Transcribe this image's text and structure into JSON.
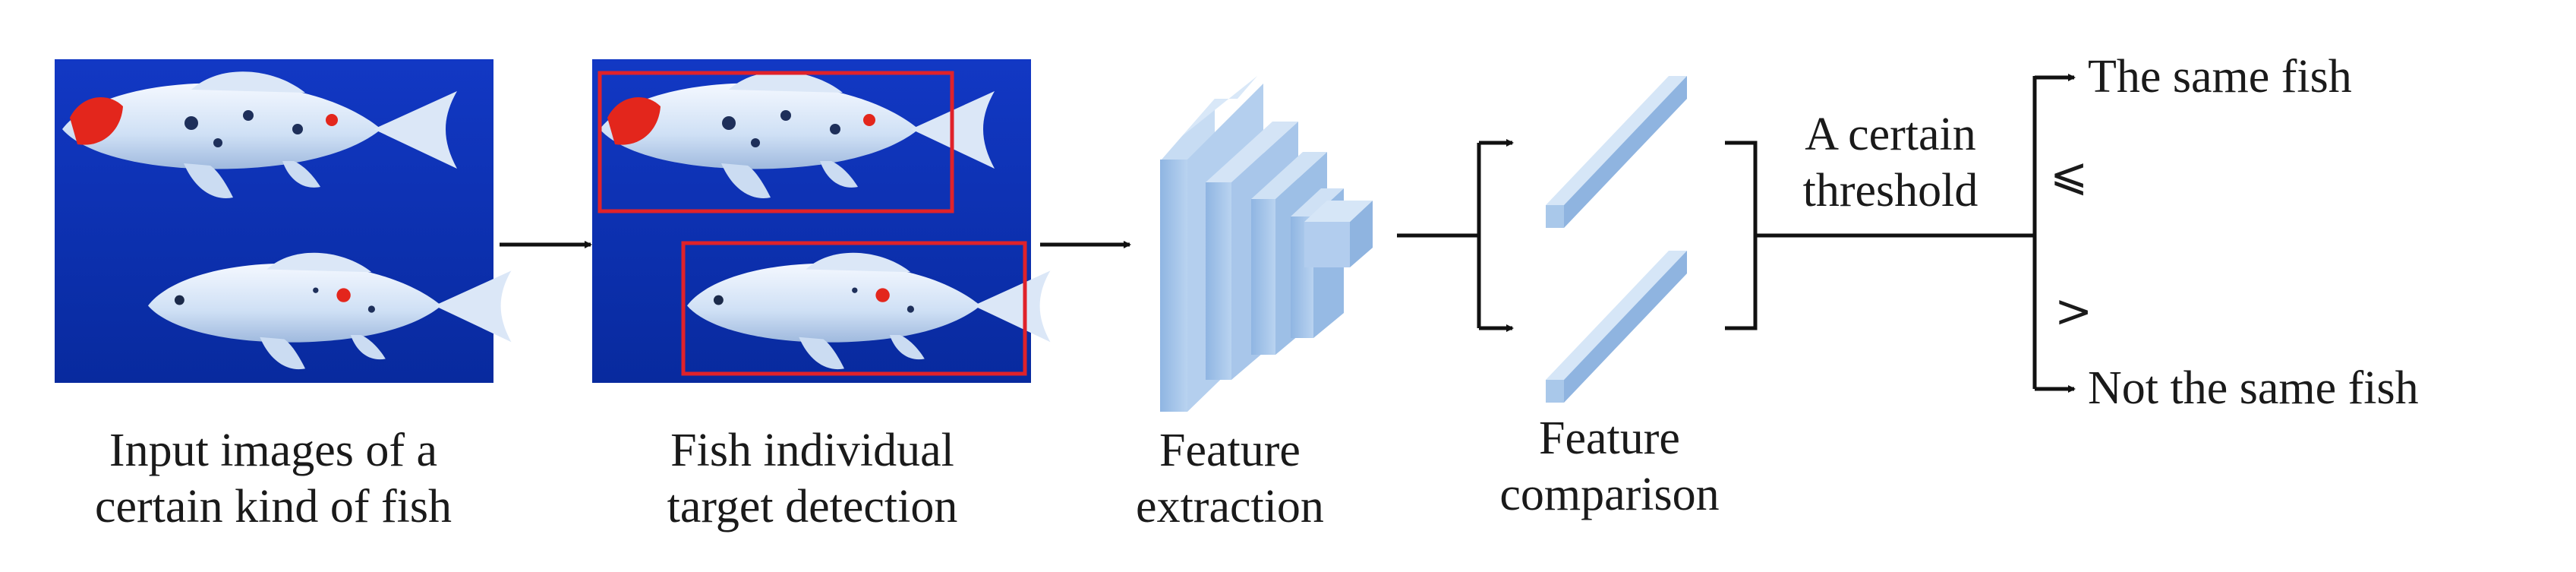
{
  "steps": {
    "input": {
      "line1": "Input  images of a",
      "line2": "certain kind of fish"
    },
    "detection": {
      "line1": "Fish individual",
      "line2": "target detection"
    },
    "extraction": {
      "line1": "Feature",
      "line2": "extraction"
    },
    "comparison": {
      "line1": "Feature",
      "line2": "comparison"
    }
  },
  "threshold": {
    "line1": "A certain",
    "line2": "threshold"
  },
  "comparators": {
    "le": "⩽",
    "gt": ">"
  },
  "outcomes": {
    "same": "The same fish",
    "different": "Not the same fish"
  },
  "colors": {
    "image_background": "#0b2fb4",
    "detection_box": "#e0222a",
    "feature_block": "#a9c8ea",
    "arrow": "#111111"
  },
  "icons": [
    "fish-icon",
    "bounding-box",
    "cnn-layers-icon",
    "feature-vector-icon",
    "arrow-icon"
  ]
}
